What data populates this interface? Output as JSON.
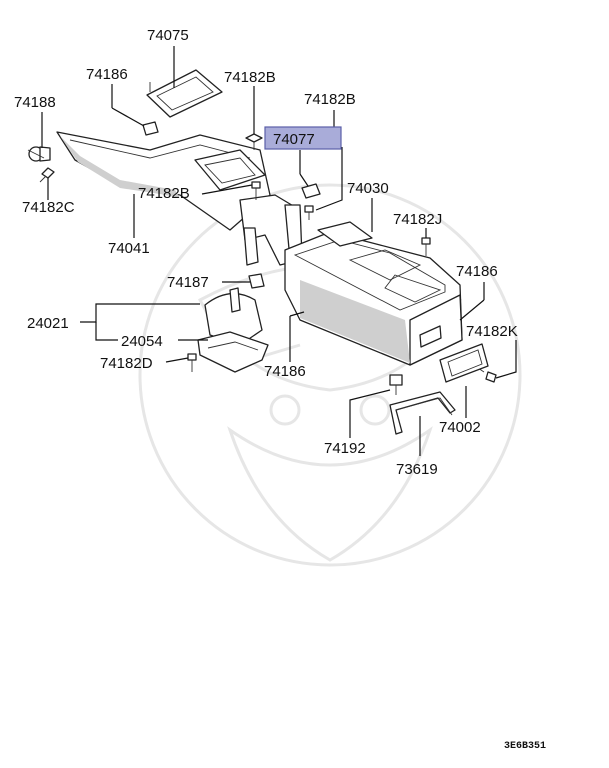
{
  "diagram": {
    "parts": [
      {
        "id": "p74075",
        "number": "74075"
      },
      {
        "id": "p74186a",
        "number": "74186"
      },
      {
        "id": "p74182B_top",
        "number": "74182B"
      },
      {
        "id": "p74188",
        "number": "74188"
      },
      {
        "id": "p74182B_right",
        "number": "74182B"
      },
      {
        "id": "p74077",
        "number": "74077",
        "highlighted": true
      },
      {
        "id": "p74182C",
        "number": "74182C"
      },
      {
        "id": "p74182B_mid",
        "number": "74182B"
      },
      {
        "id": "p74030",
        "number": "74030"
      },
      {
        "id": "p74182J",
        "number": "74182J"
      },
      {
        "id": "p74041",
        "number": "74041"
      },
      {
        "id": "p74186b",
        "number": "74186"
      },
      {
        "id": "p74187",
        "number": "74187"
      },
      {
        "id": "p24021",
        "number": "24021"
      },
      {
        "id": "p74182K",
        "number": "74182K"
      },
      {
        "id": "p24054",
        "number": "24054"
      },
      {
        "id": "p74182D",
        "number": "74182D"
      },
      {
        "id": "p74186c",
        "number": "74186"
      },
      {
        "id": "p74002",
        "number": "74002"
      },
      {
        "id": "p74192",
        "number": "74192"
      },
      {
        "id": "p73619",
        "number": "73619"
      }
    ],
    "diagram_code": "3E6B351"
  },
  "colors": {
    "highlight_fill": "#a9acd9",
    "highlight_stroke": "#5a5fa8",
    "line": "#111111",
    "shade": "#cfcfcf",
    "watermark": "#e6e6e6"
  }
}
